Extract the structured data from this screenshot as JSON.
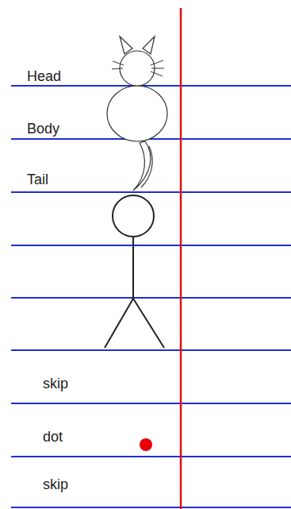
{
  "diagram": {
    "labels": [
      "Head",
      "Body",
      "Tail",
      "skip",
      "dot",
      "skip"
    ]
  }
}
